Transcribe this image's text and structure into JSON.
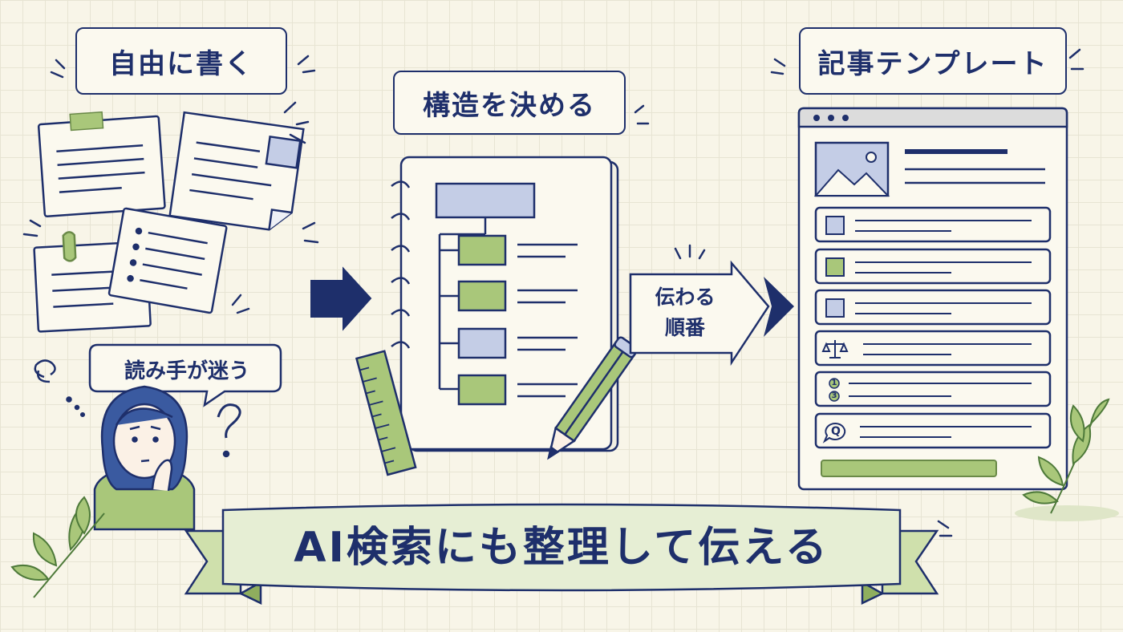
{
  "stages": [
    {
      "label": "自由に書く"
    },
    {
      "label": "構造を決める"
    },
    {
      "label": "記事テンプレート"
    }
  ],
  "reader_bubble": "読み手が迷う",
  "arrow_label": {
    "line1": "伝わる",
    "line2": "順番"
  },
  "banner": "AI検索にも整理して伝える",
  "template_icons": {
    "numbers": [
      "1",
      "3"
    ],
    "qa": "Q"
  },
  "colors": {
    "navy": "#1e2f6b",
    "green": "#a9c77a",
    "blue": "#c4cde6",
    "paper": "#fbf9ef"
  }
}
